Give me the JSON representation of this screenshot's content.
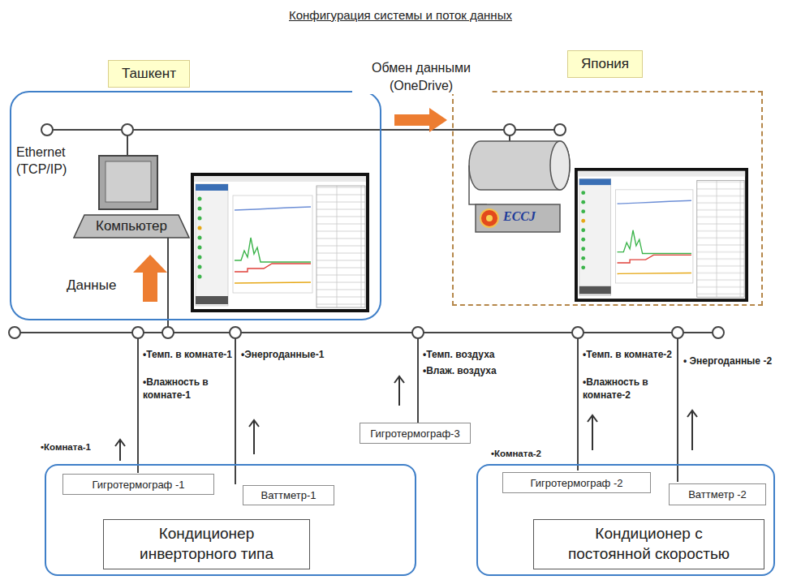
{
  "diagram": {
    "title": "Конфигурация системы и поток данных",
    "nodes": [
      {
        "text": [
          "Ташкент"
        ]
      },
      {
        "text": [
          "Япония"
        ]
      },
      {
        "text": [
          "Компьютер"
        ],
        "in": 0
      },
      {
        "text": [
          "•Комната-1"
        ]
      },
      {
        "text": [
          "Гигротермограф -1"
        ],
        "in": 3
      },
      {
        "text": [
          "Ваттметр-1"
        ],
        "in": 3
      },
      {
        "text": [
          "Кондиционер инверторного типа"
        ],
        "in": 3
      },
      {
        "text": [
          "Гигротермограф-3"
        ]
      },
      {
        "text": [
          "•Комната-2"
        ]
      },
      {
        "text": [
          "Гигротермограф -2"
        ],
        "in": 8
      },
      {
        "text": [
          "Ваттметр -2"
        ],
        "in": 8
      },
      {
        "text": [
          "Кондиционер с постоянной скоростью"
        ],
        "in": 8
      }
    ],
    "edges": [
      {
        "from": 0,
        "to": 1,
        "arrow": "to",
        "label": "Обмен данными (OneDrive)"
      }
    ],
    "labels": [
      "Ethernet (TCP/IP)",
      "Данные",
      "ECCJ",
      "•Темп. в комнате-1",
      "•Влажность в комнате-1",
      "•Энергоданные-1",
      "•Темп. воздуха",
      "•Влаж. воздуха",
      "•Темп. в комнате-2",
      "•Влажность в комнате-2",
      "• Энергоданные -2"
    ]
  }
}
